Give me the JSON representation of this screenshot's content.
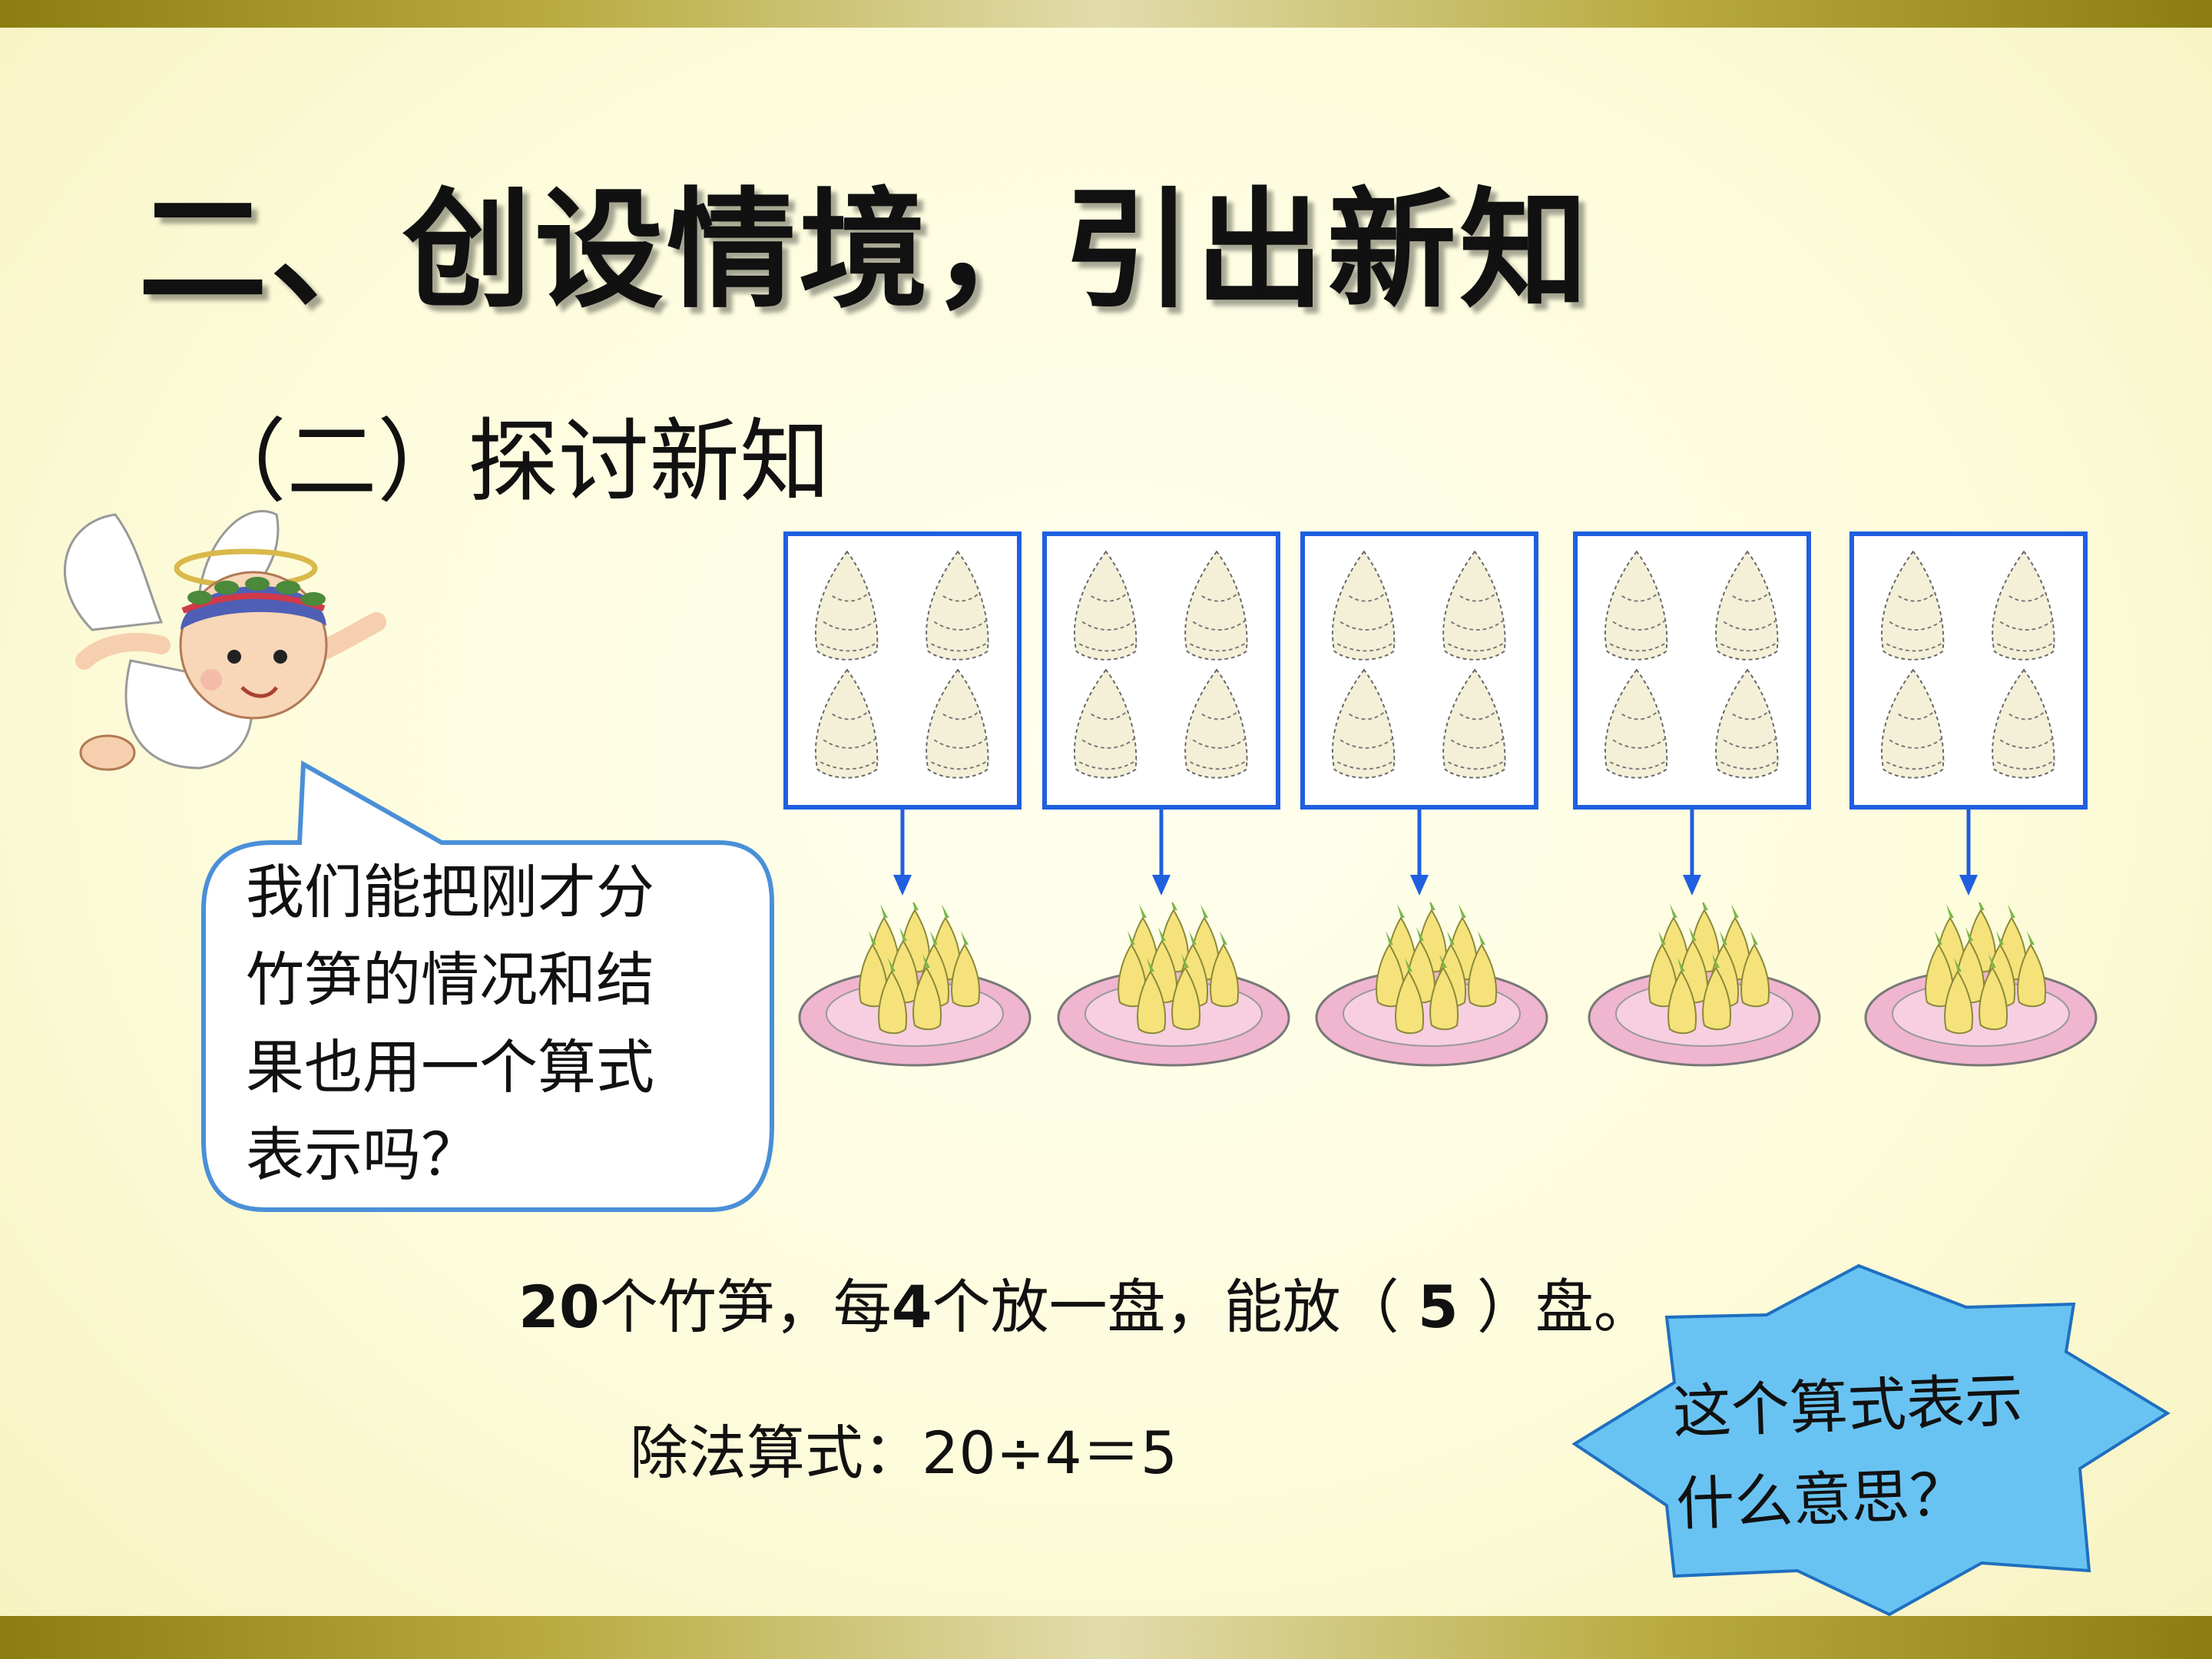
{
  "slide": {
    "title": "二、创设情境，引出新知",
    "subtitle": "（二）探讨新知",
    "bubble_lines": [
      "我们能把刚才分",
      "竹笋的情况和结",
      "果也用一个算式",
      "表示吗？"
    ],
    "sentence": {
      "part1": "20",
      "part2": "个竹笋，每",
      "part3": "4",
      "part4": "个放一盘，能放（ ",
      "answer": "5",
      "part5": " ）盘。"
    },
    "formula_label": "除法算式：",
    "formula": "20÷4＝5",
    "star_lines": [
      "这个算式表示",
      "什么意思？"
    ]
  },
  "colors": {
    "box_border": "#1f5fe0",
    "bubble_border": "#4a8fd8",
    "star_fill": "#69c3f2",
    "plate": "#f0b5cf"
  },
  "icons": [
    "angel-icon",
    "bamboo-shoot-icon",
    "plate-of-shoots-icon",
    "arrow-down-icon"
  ]
}
